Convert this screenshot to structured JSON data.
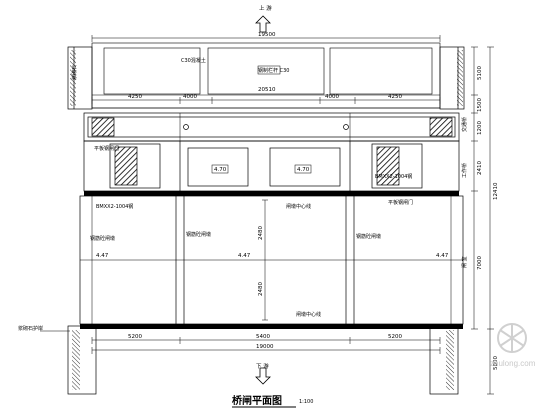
{
  "drawing": {
    "title": "桥闸平面图",
    "scale": "1:100",
    "upstream_label": "上 游",
    "downstream_label": "下 游"
  },
  "dimensions": {
    "top_overall": "19500",
    "top_segments": [
      "4250",
      "4000",
      "20510",
      "4000",
      "4250"
    ],
    "mid_left": "4.70",
    "mid_right": "4.70",
    "elev_left": "4.47",
    "elev_center": "4.47",
    "elev_right": "4.47",
    "v_center_top": "2480",
    "v_center_bottom": "2480",
    "bottom_segments": [
      "5200",
      "5400",
      "5200"
    ],
    "bottom_overall": "19000",
    "right_segments": [
      "5100",
      "1500",
      "1200",
      "2410",
      "7000"
    ],
    "right_overall": "12410",
    "right_bottom": "5800"
  },
  "annotations": {
    "c30_label": "C30混凝土",
    "rail_label": "钢制栏杆  C30",
    "stair_left": "BMXX2-1004钢",
    "stair_right": "BMXX2-1004钢",
    "gate_left": "平板钢闸门",
    "gate_right": "平板钢闸门",
    "note_upper": "闸墩中心线",
    "note_lower": "闸墩中心线",
    "pier_left": "钢筋砼闸墩",
    "pier_mid": "钢筋砼闸墩",
    "pier_right": "钢筋砼闸墩",
    "wall_left_top": "浆砌石",
    "wall_left_bottom": "浆砌石护岸",
    "side_label_1": "交通桥",
    "side_label_2": "工作桥",
    "side_label_3": "闸 室"
  },
  "watermark": "zhulong.com"
}
